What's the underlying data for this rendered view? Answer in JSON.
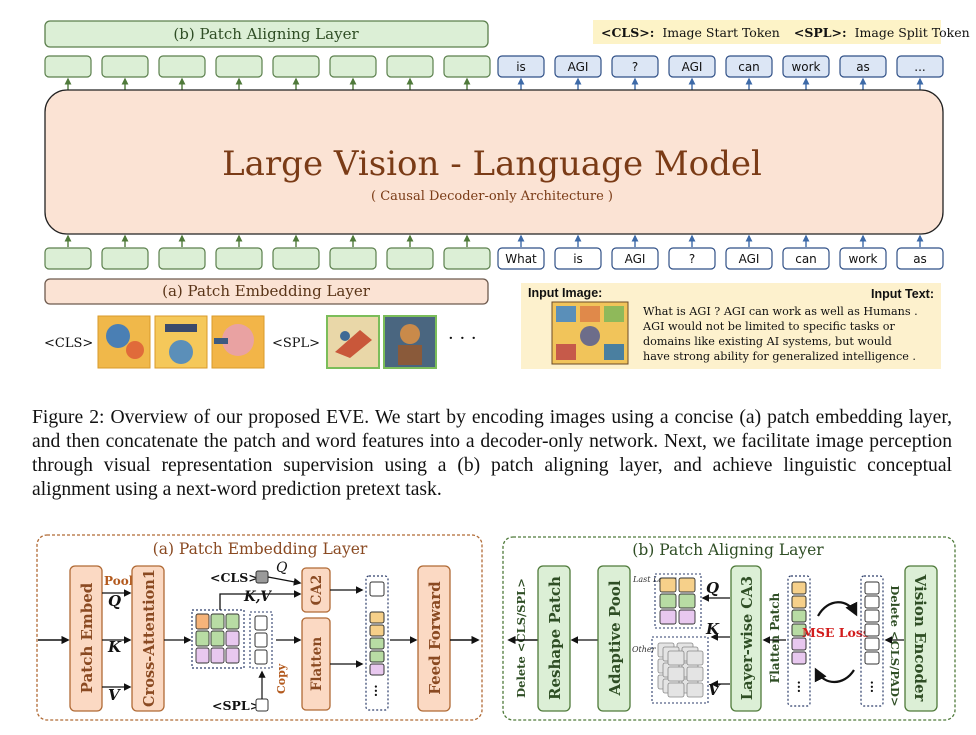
{
  "top": {
    "patch_aligning_title": "(b)  Patch  Aligning  Layer",
    "legend_cls_token": "<CLS>:",
    "legend_cls_desc": "Image Start Token",
    "legend_spl_token": "<SPL>:",
    "legend_spl_desc": "Image Split Token",
    "output_tokens": [
      "is",
      "AGI",
      "?",
      "AGI",
      "can",
      "work",
      "as",
      "..."
    ],
    "model_title": "Large  Vision - Language  Model",
    "model_subtitle": "( Causal Decoder-only Architecture )",
    "input_tokens": [
      "What",
      "is",
      "AGI",
      "?",
      "AGI",
      "can",
      "work",
      "as"
    ],
    "patch_embedding_title": "(a)  Patch  Embedding  Layer",
    "cls_label": "<CLS>",
    "spl_label": "<SPL>",
    "ellipsis": "· · ·",
    "input_image_label": "Input Image:",
    "input_text_label": "Input Text:",
    "input_text_lines": [
      "What is AGI ? AGI can work as well as Humans .",
      "AGI would not be limited to specific tasks or",
      "domains like existing AI systems,  but would",
      "have strong ability for generalized intelligence ."
    ]
  },
  "caption": "Figure 2: Overview of our proposed EVE. We start by encoding images using a concise (a) patch embedding layer, and then concatenate the patch and word features into a decoder-only network. Next, we facilitate image perception through visual representation supervision using a (b) patch aligning layer, and achieve linguistic conceptual alignment using a next-word prediction pretext task.",
  "bottom_left": {
    "title": "(a)  Patch Embedding Layer",
    "patch_embed": "Patch  Embed",
    "pool": "Pool",
    "q": "Q",
    "k": "K",
    "v": "V",
    "cross_attention": "Cross-Attention1",
    "cls": "<CLS>",
    "kv": "K,V",
    "ca2": "CA2",
    "flatten": "Flatten",
    "spl": "<SPL>",
    "copy": "Copy",
    "feed_forward": "Feed Forward",
    "dots": "···"
  },
  "bottom_right": {
    "title": "(b)  Patch Aligning Layer",
    "delete_cls_spl": "Delete <CLS/SPL>",
    "reshape_patch": "Reshape Patch",
    "adaptive_pool": "Adaptive Pool",
    "last_layer": "Last Layer",
    "other_layers": "Other Layers",
    "q": "Q",
    "k": "K",
    "v": "V",
    "layerwise_ca3": "Layer-wise CA3",
    "flatten_patch": "Flatten Patch",
    "mse_loss": "MSE Loss",
    "delete_cls_pad": "Delete <CLS/PAD>",
    "vision_encoder": "Vision Encoder",
    "dots": "···"
  },
  "colors": {
    "green_box": "#dcefd6",
    "green_border": "#5b7f4c",
    "peach_box": "#fbe3d4",
    "blue_token": "#dce6f5",
    "legend_bg": "#fdf3c7",
    "input_bg": "#fdf1cd",
    "arrow_green": "#4f7a3a",
    "arrow_blue": "#3d6aa8",
    "mse_red": "#d21c1c",
    "orange_text": "#8a4a22"
  }
}
